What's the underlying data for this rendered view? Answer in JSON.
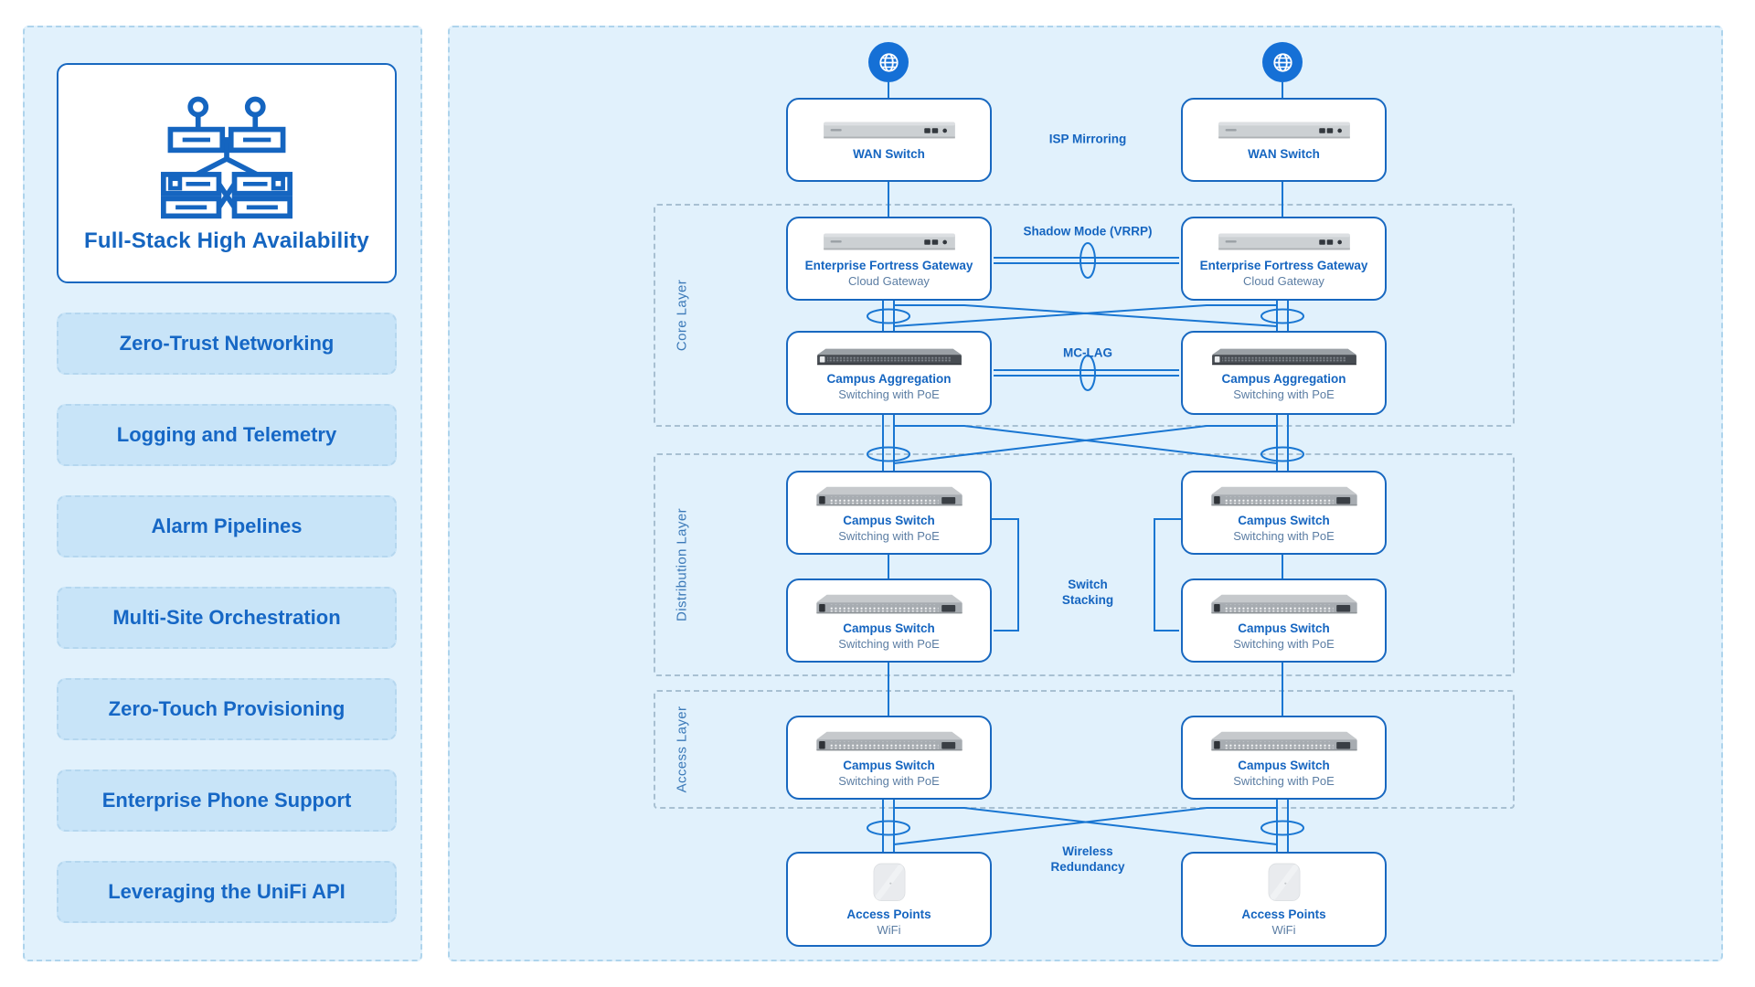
{
  "colors": {
    "accent": "#1565C0",
    "line": "#1976D2",
    "node_border": "#1868C0",
    "subtitle": "#5B7DA3",
    "panel_bg": "#E1F1FC",
    "panel_border": "#AED4EC",
    "item_bg": "#C8E4F8",
    "item_border": "#B5D7EF",
    "layer_border": "#A8C0D2",
    "layer_label": "#3B79B8",
    "globe_bg": "#1570D6"
  },
  "sidebar": {
    "card": {
      "title": "Full-Stack High Availability"
    },
    "items": [
      {
        "label": "Zero-Trust Networking"
      },
      {
        "label": "Logging and Telemetry"
      },
      {
        "label": "Alarm Pipelines"
      },
      {
        "label": "Multi-Site Orchestration"
      },
      {
        "label": "Zero-Touch Provisioning"
      },
      {
        "label": "Enterprise Phone Support"
      },
      {
        "label": "Leveraging the UniFi API"
      }
    ]
  },
  "diagram": {
    "layers": [
      {
        "label": "Core Layer"
      },
      {
        "label": "Distribution Layer"
      },
      {
        "label": "Access Layer"
      }
    ],
    "link_labels": {
      "isp_mirroring": "ISP Mirroring",
      "shadow_mode": "Shadow Mode (VRRP)",
      "mc_lag": "MC-LAG",
      "switch_stacking": "Switch Stacking",
      "wireless_redundancy": "Wireless Redundancy"
    },
    "nodes": {
      "wan": {
        "title": "WAN Switch"
      },
      "gateway": {
        "title": "Enterprise Fortress Gateway",
        "subtitle": "Cloud Gateway"
      },
      "aggregation": {
        "title": "Campus Aggregation",
        "subtitle": "Switching with PoE"
      },
      "campus_switch": {
        "title": "Campus Switch",
        "subtitle": "Switching with PoE"
      },
      "access_point": {
        "title": "Access Points",
        "subtitle": "WiFi"
      }
    }
  }
}
